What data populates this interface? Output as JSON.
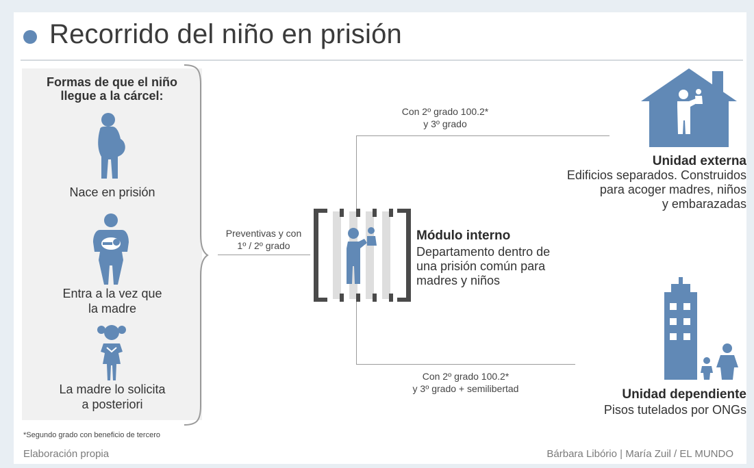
{
  "title": "Recorrido del niño en prisión",
  "left": {
    "heading_line1": "Formas de que el niño",
    "heading_line2": "llegue a la cárcel:",
    "ways": [
      {
        "icon": "pregnant-woman-icon",
        "label_lines": [
          "Nace en prisión"
        ]
      },
      {
        "icon": "mother-with-baby-icon",
        "label_lines": [
          "Entra a la vez que",
          "la madre"
        ]
      },
      {
        "icon": "girl-child-icon",
        "label_lines": [
          "La madre lo solicita",
          "a posteriori"
        ]
      }
    ]
  },
  "connectors": {
    "left_line1": "Preventivas y con",
    "left_line2": "1º / 2º grado",
    "top_line1": "Con 2º grado 100.2*",
    "top_line2": "y 3º grado",
    "bottom_line1": "Con 2º grado 100.2*",
    "bottom_line2": "y 3º grado + semilibertad"
  },
  "modulo": {
    "icon": "prison-bars-mother-child-icon",
    "title": "Módulo interno",
    "desc_lines": [
      "Departamento dentro de",
      "una prisión común para",
      "madres y niños"
    ]
  },
  "externa": {
    "icon": "house-mother-child-icon",
    "title": "Unidad externa",
    "desc_lines": [
      "Edificios separados. Construidos",
      "para acoger madres, niños",
      "y embarazadas"
    ]
  },
  "dependiente": {
    "icon": "building-family-icon",
    "title": "Unidad dependiente",
    "desc": "Pisos tutelados por ONGs"
  },
  "footnote": "*Segundo grado con beneficio de tercero",
  "credit_left": "Elaboración propia",
  "credit_right": "Bárbara Libório | María Zuil / EL MUNDO",
  "colors": {
    "accent": "#6189b6",
    "bars": "#4a4a4a",
    "panel": "#f1f1f1"
  }
}
